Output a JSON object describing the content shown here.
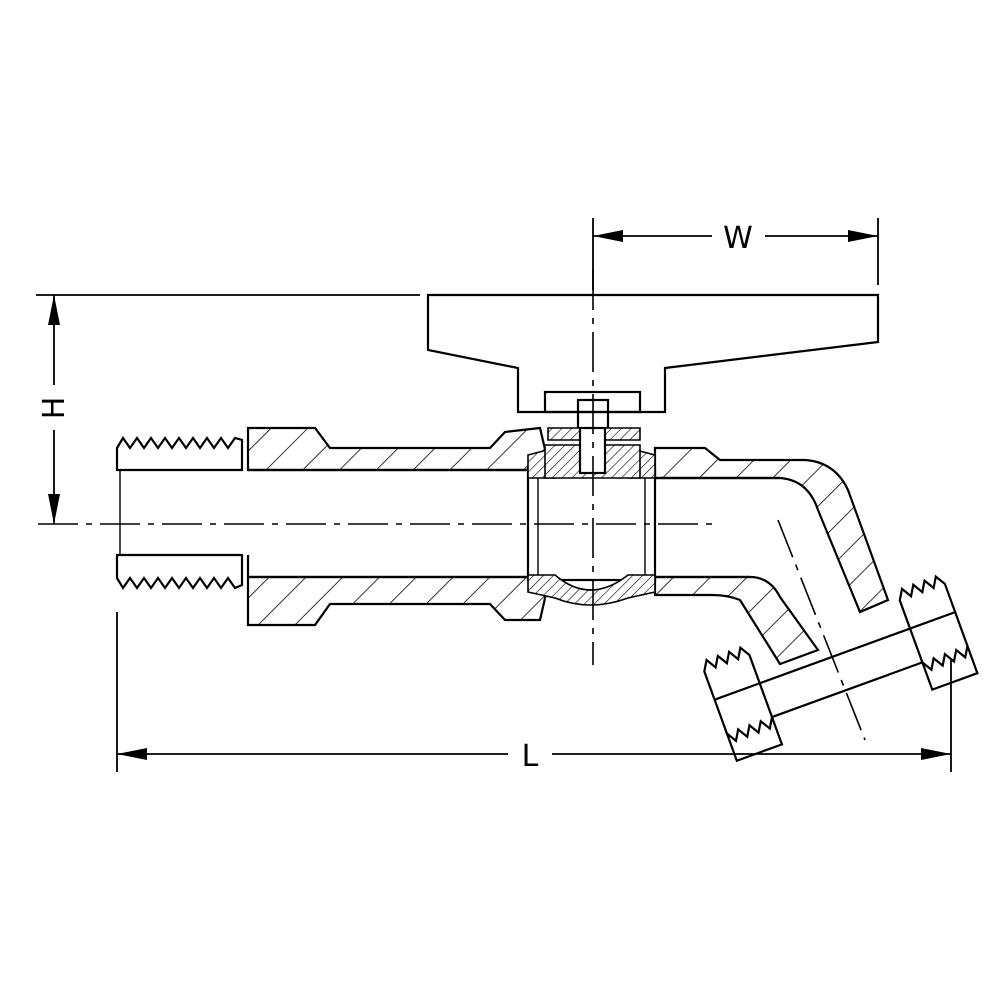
{
  "dimensions": {
    "width_label": "W",
    "height_label": "H",
    "length_label": "L"
  }
}
